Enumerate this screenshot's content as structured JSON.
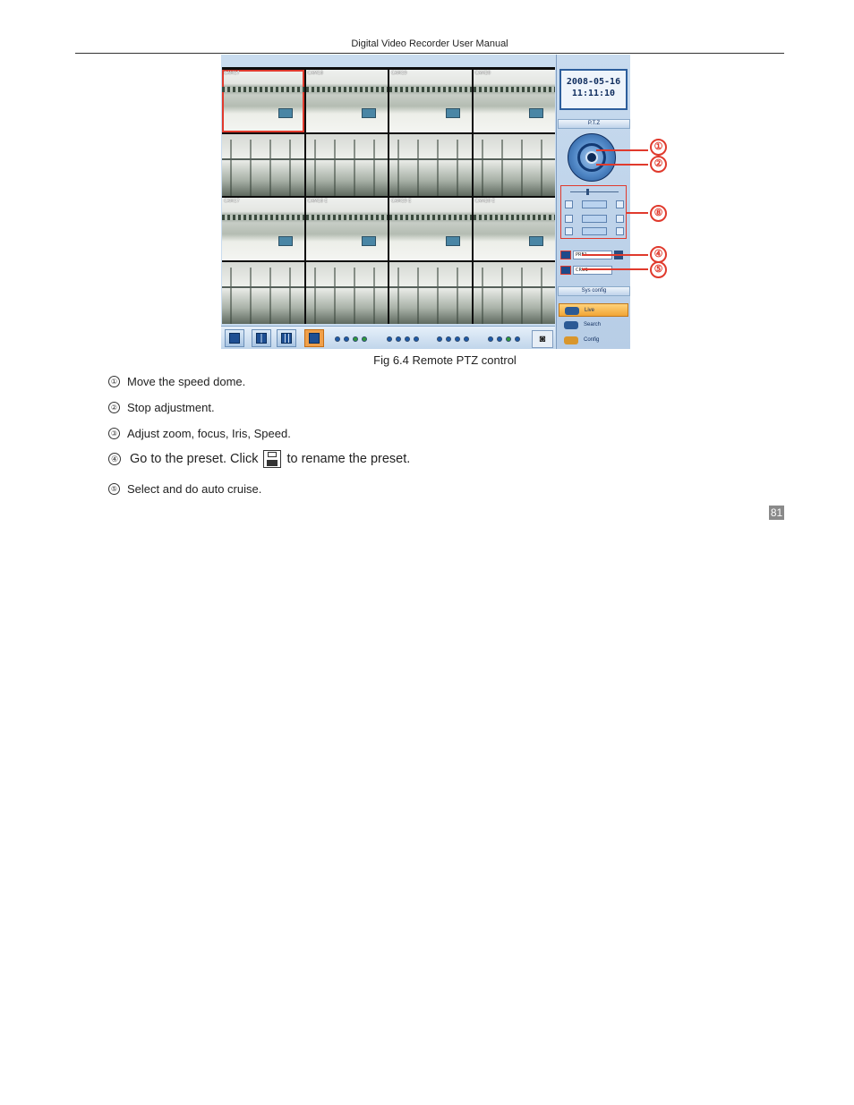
{
  "header": {
    "title": "Digital Video Recorder User Manual"
  },
  "figure": {
    "tile_labels": [
      "CAM17",
      "CAM18",
      "CAM19",
      "CAM20",
      "",
      "",
      "",
      "",
      "CAM17",
      "CAM18 E",
      "CAM19 E",
      "CAM20 E",
      "",
      "",
      "",
      ""
    ],
    "clock_date": "2008-05-16",
    "clock_time": "11:11:10",
    "ptz_title": "P.T.Z",
    "preset_value": "PRE1",
    "cruise_value": "CRU1",
    "sys_config": "Sys config",
    "menu": [
      "Live",
      "Search",
      "Config"
    ],
    "callouts": [
      "①",
      "②",
      "⑧",
      "④",
      "⑤"
    ],
    "dot_colors": [
      "#1d5aa8",
      "#1d5aa8",
      "#2e9a3a",
      "#2e9a3a"
    ],
    "accent": "#e03a2d"
  },
  "caption": "Fig 6.4 Remote PTZ control",
  "items": [
    {
      "num": "①",
      "text": "Move the speed dome."
    },
    {
      "num": "②",
      "text": "Stop adjustment."
    },
    {
      "num": "③",
      "text": "Adjust zoom, focus, Iris, Speed."
    },
    {
      "num": "④",
      "text_before": "Go to the preset. Click",
      "icon": "save-icon",
      "text_after": "to rename the preset."
    },
    {
      "num": "⑤",
      "text": "Select and do auto cruise."
    }
  ],
  "page_number": "81"
}
